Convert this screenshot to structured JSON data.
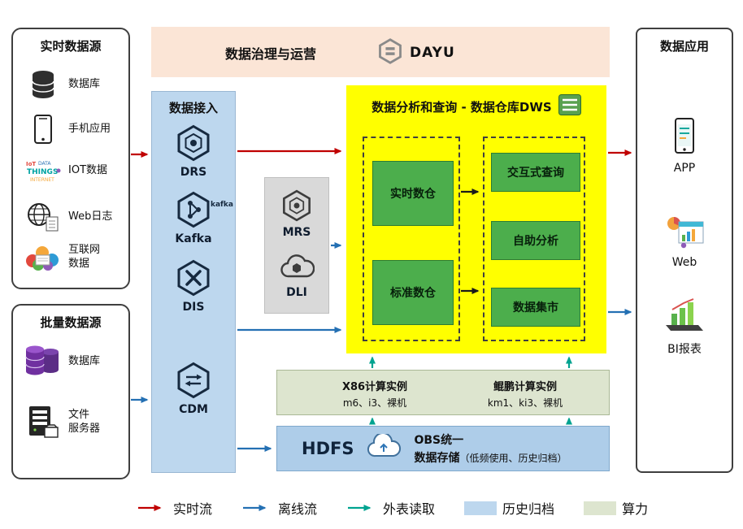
{
  "realtime_sources": {
    "title": "实时数据源",
    "items": [
      {
        "label": "数据库",
        "icon": "database-icon"
      },
      {
        "label": "手机应用",
        "icon": "mobile-phone-icon"
      },
      {
        "label": "IOT数据",
        "icon": "iot-wordcloud-icon"
      },
      {
        "label": "Web日志",
        "icon": "globe-log-icon"
      },
      {
        "label": "互联网\n数据",
        "icon": "internet-data-icon"
      }
    ]
  },
  "batch_sources": {
    "title": "批量数据源",
    "items": [
      {
        "label": "数据库",
        "icon": "purple-database-icon"
      },
      {
        "label": "文件\n服务器",
        "icon": "file-server-icon"
      }
    ]
  },
  "governance": {
    "title": "数据治理与运营",
    "brand": "DAYU",
    "icon": "dayu-hexagon-icon"
  },
  "ingest": {
    "title": "数据接入",
    "services": [
      {
        "label": "DRS",
        "icon": "drs-hexagon-icon"
      },
      {
        "label": "Kafka",
        "icon": "kafka-hexagon-icon",
        "wordmark": "kafka"
      },
      {
        "label": "DIS",
        "icon": "dis-hexagon-icon"
      },
      {
        "label": "CDM",
        "icon": "cdm-hexagon-icon"
      }
    ]
  },
  "middle_services": {
    "items": [
      {
        "label": "MRS",
        "icon": "mrs-hexagon-icon"
      },
      {
        "label": "DLI",
        "icon": "dli-cloud-icon"
      }
    ]
  },
  "dws": {
    "title": "数据分析和查询 - 数据仓库DWS",
    "title_icon": "dws-list-icon",
    "warehouse_boxes": [
      {
        "label": "实时数仓"
      },
      {
        "label": "标准数仓"
      }
    ],
    "analysis_boxes": [
      {
        "label": "交互式查询"
      },
      {
        "label": "自助分析"
      },
      {
        "label": "数据集市"
      }
    ]
  },
  "compute": {
    "columns": [
      {
        "title": "X86计算实例",
        "subtitle": "m6、i3、裸机"
      },
      {
        "title": "鲲鹏计算实例",
        "subtitle": "km1、ki3、裸机"
      }
    ]
  },
  "storage": {
    "hdfs_label": "HDFS",
    "obs_icon": "obs-cloud-icon",
    "obs_line1": "OBS统一",
    "obs_line2": "数据存储",
    "obs_note": "（低频使用、历史归档）"
  },
  "applications": {
    "title": "数据应用",
    "items": [
      {
        "label": "APP",
        "icon": "app-phone-icon"
      },
      {
        "label": "Web",
        "icon": "web-dashboard-icon"
      },
      {
        "label": "BI报表",
        "icon": "bi-report-icon"
      }
    ]
  },
  "legend": {
    "items": [
      {
        "label": "实时流",
        "type": "arrow",
        "color": "#c00000"
      },
      {
        "label": "离线流",
        "type": "arrow",
        "color": "#2470b3"
      },
      {
        "label": "外表读取",
        "type": "arrow",
        "color": "#00a390"
      },
      {
        "label": "历史归档",
        "type": "swatch",
        "color": "#bdd7ee"
      },
      {
        "label": "算力",
        "type": "swatch",
        "color": "#dde5cf"
      }
    ]
  },
  "colors": {
    "governance_bg": "#fbe5d6",
    "ingest_bg": "#bdd7ee",
    "middle_bg": "#d9d9d9",
    "dws_bg": "#ffff00",
    "warehouse_green": "#4cae4c",
    "compute_bg": "#dde5cf",
    "storage_bg": "#aecde9",
    "realtime_arrow": "#c00000",
    "offline_arrow": "#2470b3",
    "external_arrow": "#00a390"
  }
}
